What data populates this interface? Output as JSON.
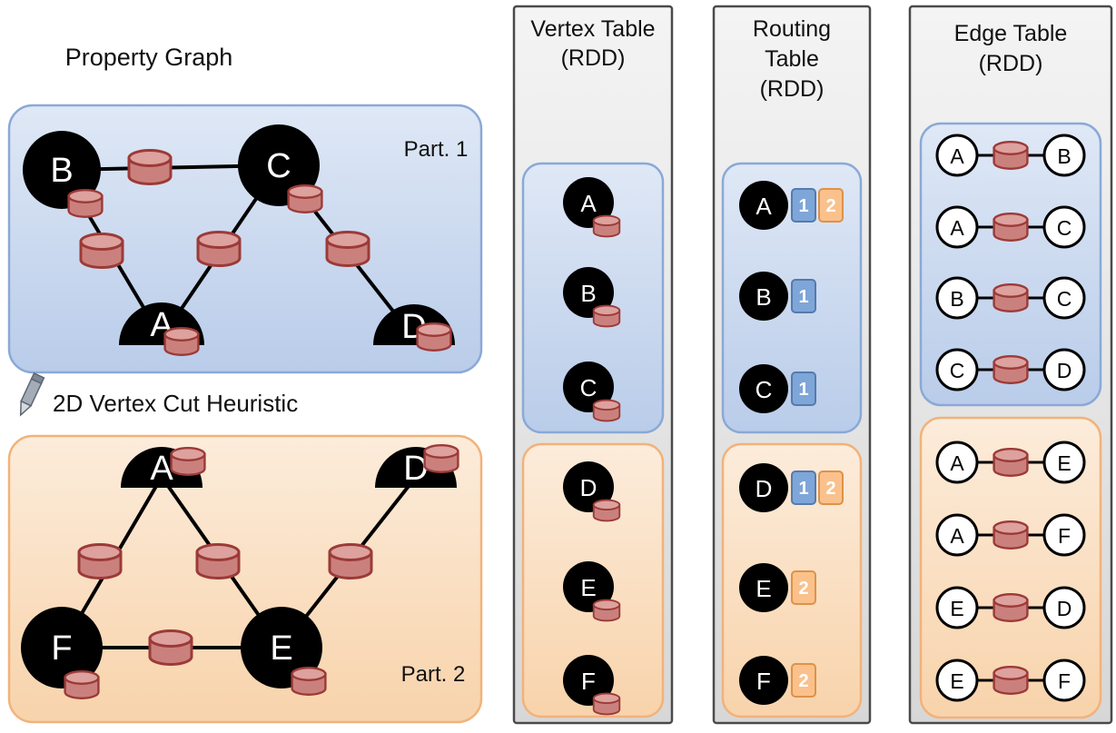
{
  "colors": {
    "partition1_fill_top": "#dfe8f6",
    "partition1_fill_bottom": "#b9cce9",
    "partition1_border": "#8aa9d6",
    "partition2_fill_top": "#fcecdb",
    "partition2_fill_bottom": "#f8d3ab",
    "partition2_border": "#f2b27a",
    "panel_fill_top": "#f2f2f2",
    "panel_fill_bottom": "#d7d7d7",
    "panel_border": "#4a4a4a",
    "vertex_fill": "#000000",
    "property_cylinder_fill": "#ca817e",
    "property_cylinder_border": "#9c3a37",
    "badge_partition1": "#7ea6d8",
    "badge_partition2": "#fac18c"
  },
  "property_graph": {
    "title": "Property Graph",
    "cut_heuristic_label": "2D Vertex Cut Heuristic",
    "partition1": {
      "label": "Part. 1",
      "vertices": [
        "B",
        "C",
        "A",
        "D"
      ],
      "edges": [
        [
          "B",
          "C"
        ],
        [
          "B",
          "A"
        ],
        [
          "C",
          "A"
        ],
        [
          "C",
          "D"
        ]
      ]
    },
    "partition2": {
      "label": "Part. 2",
      "vertices": [
        "A",
        "D",
        "F",
        "E"
      ],
      "edges": [
        [
          "A",
          "F"
        ],
        [
          "A",
          "E"
        ],
        [
          "F",
          "E"
        ],
        [
          "E",
          "D"
        ]
      ]
    }
  },
  "vertex_table": {
    "title": [
      "Vertex Table",
      "(RDD)"
    ],
    "partition1": [
      "A",
      "B",
      "C"
    ],
    "partition2": [
      "D",
      "E",
      "F"
    ]
  },
  "routing_table": {
    "title": [
      "Routing",
      "Table",
      "(RDD)"
    ],
    "partition1": [
      {
        "vertex": "A",
        "badges": [
          "1",
          "2"
        ]
      },
      {
        "vertex": "B",
        "badges": [
          "1"
        ]
      },
      {
        "vertex": "C",
        "badges": [
          "1"
        ]
      }
    ],
    "partition2": [
      {
        "vertex": "D",
        "badges": [
          "1",
          "2"
        ]
      },
      {
        "vertex": "E",
        "badges": [
          "2"
        ]
      },
      {
        "vertex": "F",
        "badges": [
          "2"
        ]
      }
    ]
  },
  "edge_table": {
    "title": [
      "Edge Table",
      "(RDD)"
    ],
    "partition1": [
      {
        "src": "A",
        "dst": "B"
      },
      {
        "src": "A",
        "dst": "C"
      },
      {
        "src": "B",
        "dst": "C"
      },
      {
        "src": "C",
        "dst": "D"
      }
    ],
    "partition2": [
      {
        "src": "A",
        "dst": "E"
      },
      {
        "src": "A",
        "dst": "F"
      },
      {
        "src": "E",
        "dst": "D"
      },
      {
        "src": "E",
        "dst": "F"
      }
    ]
  }
}
